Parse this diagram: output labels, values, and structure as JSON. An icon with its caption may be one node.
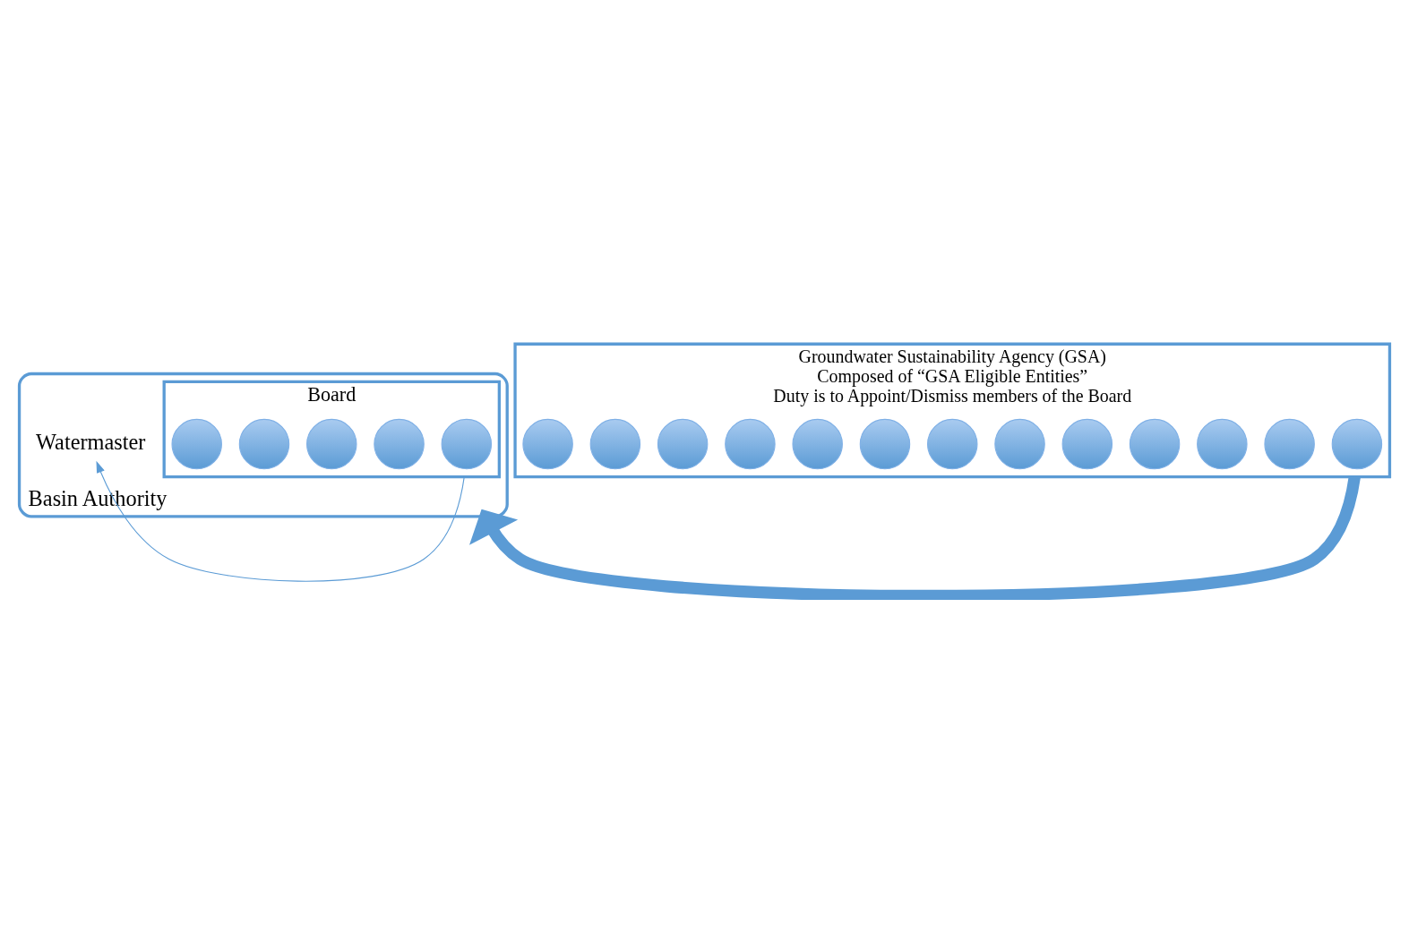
{
  "diagram": {
    "nodes": [
      {
        "text": [
          "Basin Authority"
        ]
      },
      {
        "text": [
          "Board"
        ],
        "in": 0
      },
      {
        "text": [],
        "shape": "circle",
        "in": 1
      },
      {
        "text": [],
        "shape": "circle",
        "in": 1
      },
      {
        "text": [],
        "shape": "circle",
        "in": 1
      },
      {
        "text": [],
        "shape": "circle",
        "in": 1
      },
      {
        "text": [],
        "shape": "circle",
        "in": 1
      },
      {
        "text": [
          "Watermaster"
        ],
        "in": 0
      },
      {
        "text": [
          "Groundwater Sustainability Agency (GSA)",
          "Composed of “GSA Eligible Entities”",
          "Duty is to Appoint/Dismiss members of the Board"
        ]
      },
      {
        "text": [],
        "shape": "circle",
        "in": 8
      },
      {
        "text": [],
        "shape": "circle",
        "in": 8
      },
      {
        "text": [],
        "shape": "circle",
        "in": 8
      },
      {
        "text": [],
        "shape": "circle",
        "in": 8
      },
      {
        "text": [],
        "shape": "circle",
        "in": 8
      },
      {
        "text": [],
        "shape": "circle",
        "in": 8
      },
      {
        "text": [],
        "shape": "circle",
        "in": 8
      },
      {
        "text": [],
        "shape": "circle",
        "in": 8
      },
      {
        "text": [],
        "shape": "circle",
        "in": 8
      },
      {
        "text": [],
        "shape": "circle",
        "in": 8
      },
      {
        "text": [],
        "shape": "circle",
        "in": 8
      },
      {
        "text": [],
        "shape": "circle",
        "in": 8
      },
      {
        "text": [],
        "shape": "circle",
        "in": 8
      }
    ],
    "edges": [
      {
        "from": 1,
        "to": 7,
        "arrow": "to"
      },
      {
        "from": 8,
        "to": 0,
        "arrow": "to",
        "style": "thick"
      }
    ]
  }
}
